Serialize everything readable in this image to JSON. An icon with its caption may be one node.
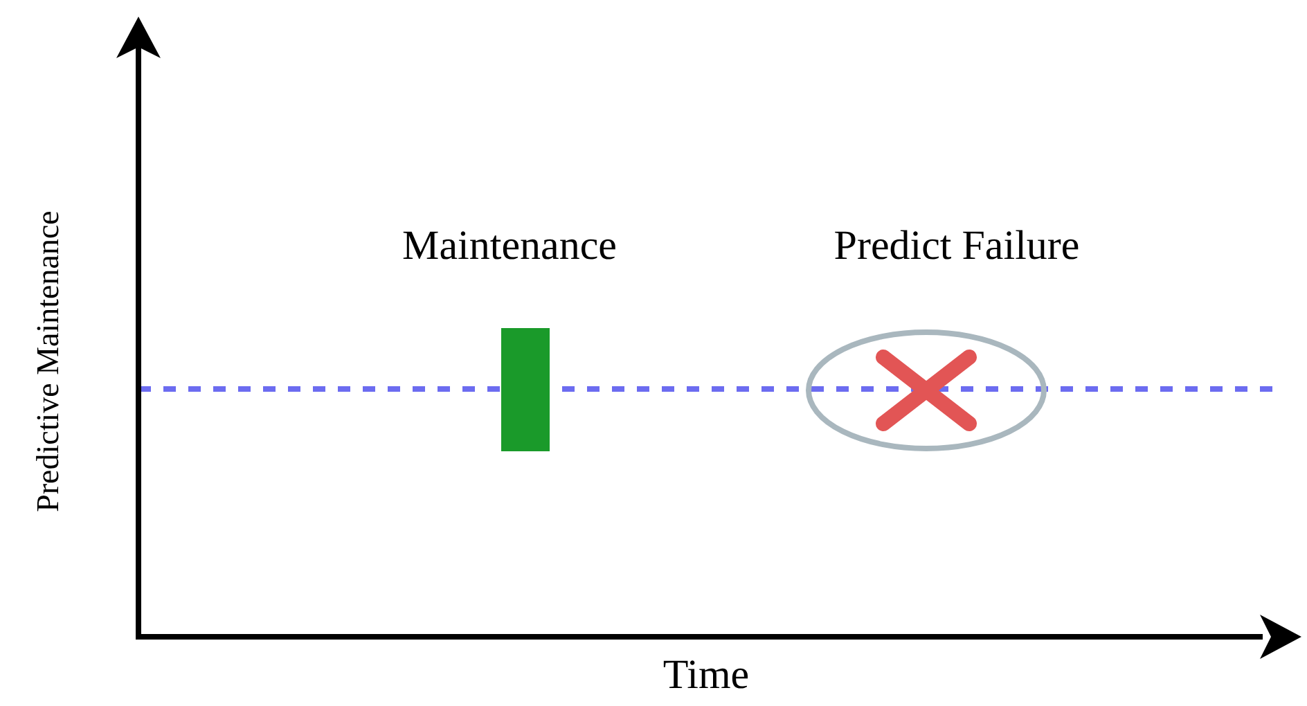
{
  "diagram": {
    "nodes": [
      {
        "text": [
          "Maintenance"
        ]
      },
      {
        "text": [
          "Predict Failure"
        ]
      }
    ],
    "labels": [
      "Predictive Maintenance",
      "Time"
    ]
  }
}
